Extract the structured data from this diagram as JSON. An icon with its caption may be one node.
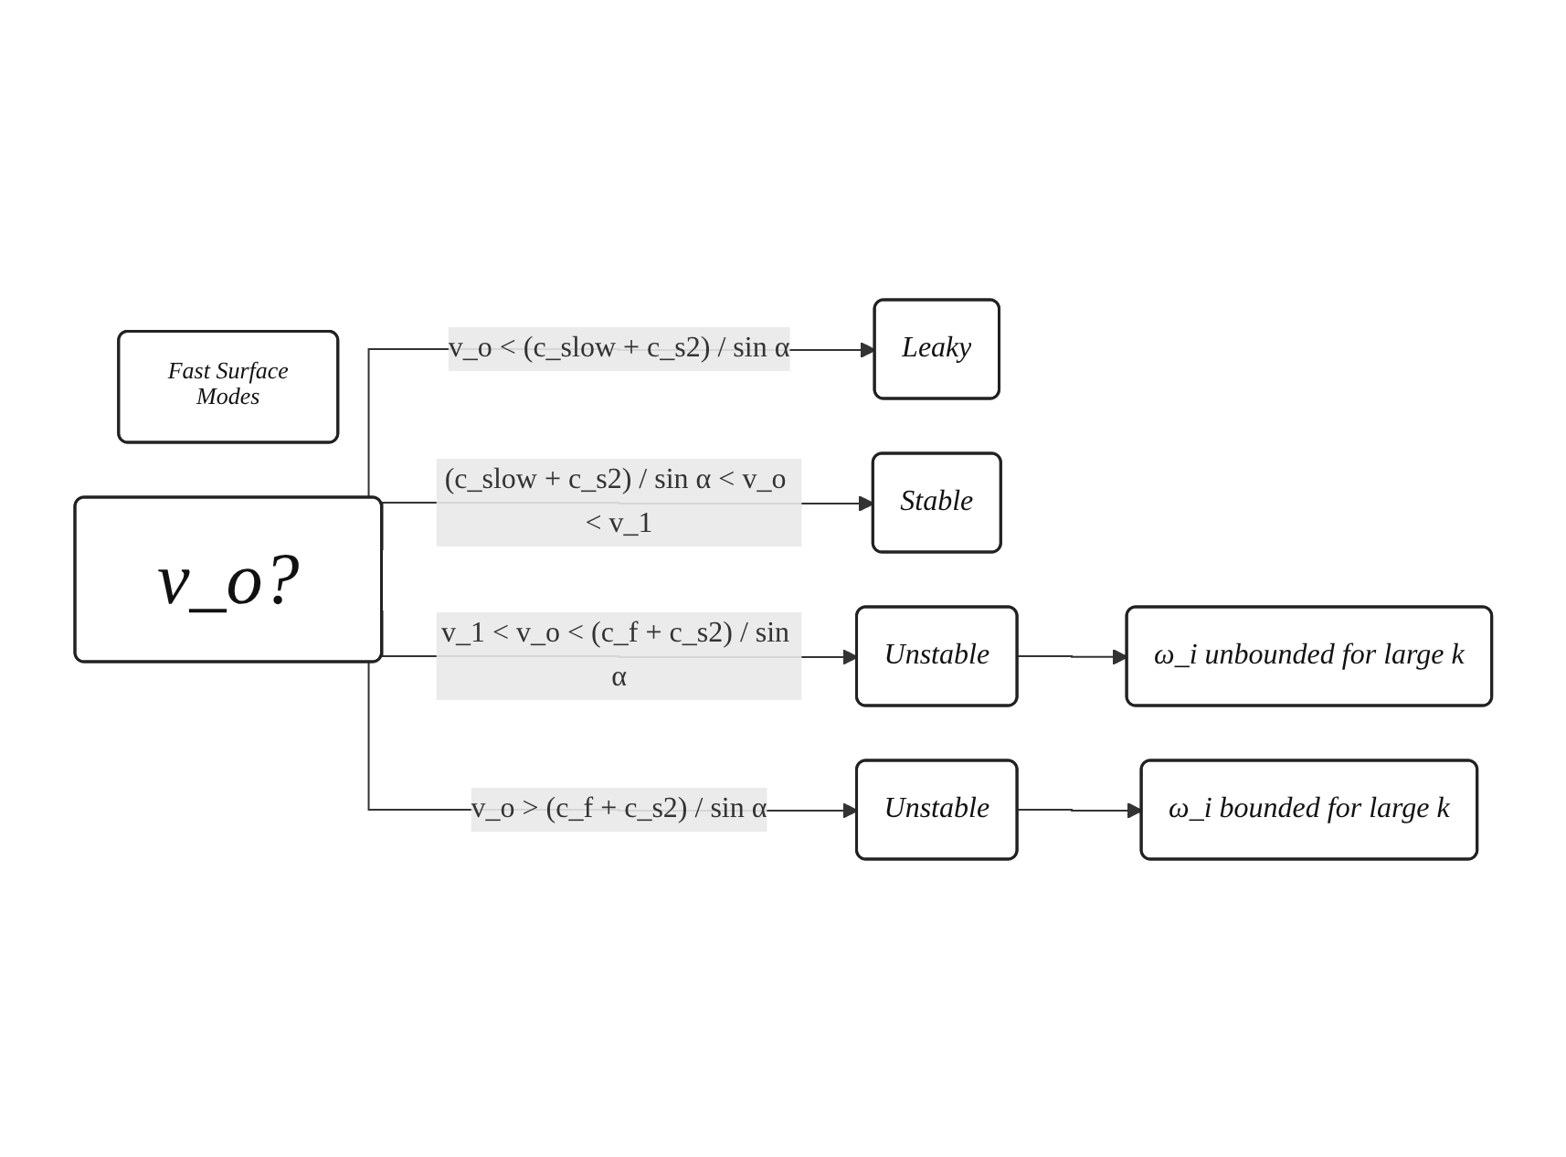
{
  "diagram": {
    "nodes": [
      {
        "text": [
          "Fast Surface Modes"
        ]
      },
      {
        "text": [
          "v_o?"
        ]
      },
      {
        "text": [
          "Leaky"
        ]
      },
      {
        "text": [
          "Stable"
        ]
      },
      {
        "text": [
          "Unstable"
        ]
      },
      {
        "text": [
          "ω_i unbounded for large k"
        ]
      },
      {
        "text": [
          "Unstable"
        ]
      },
      {
        "text": [
          "ω_i bounded for large k"
        ]
      }
    ],
    "edges": [
      {
        "from": 1,
        "to": 2,
        "arrow": "to",
        "label": "v_o < (c_slow + c_s2) / sin α"
      },
      {
        "from": 1,
        "to": 3,
        "arrow": "to",
        "label": "(c_slow + c_s2) / sin α < v_o < v_1"
      },
      {
        "from": 1,
        "to": 4,
        "arrow": "to",
        "label": "v_1 < v_o < (c_f + c_s2) / sin α"
      },
      {
        "from": 1,
        "to": 6,
        "arrow": "to",
        "label": "v_o > (c_f + c_s2) / sin α"
      },
      {
        "from": 4,
        "to": 5,
        "arrow": "to"
      },
      {
        "from": 6,
        "to": 7,
        "arrow": "to"
      }
    ]
  }
}
